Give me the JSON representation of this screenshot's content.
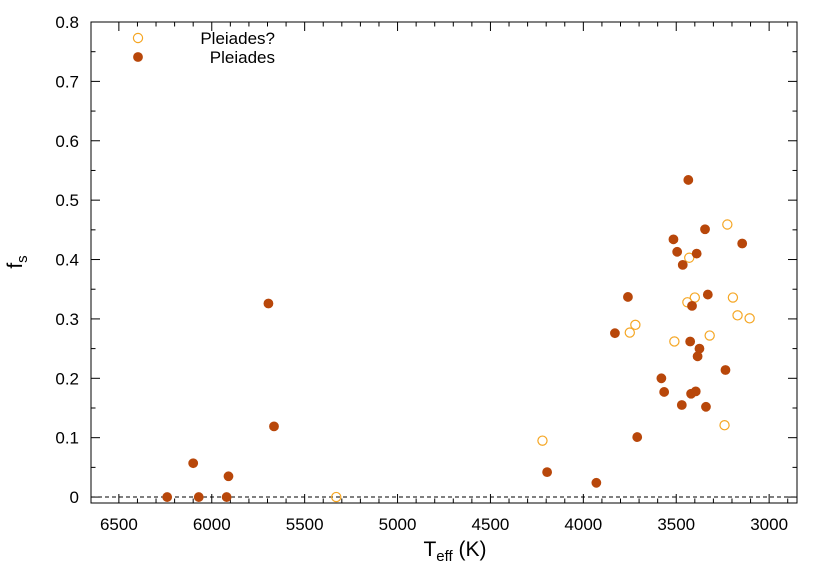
{
  "chart_data": {
    "type": "scatter",
    "xlabel": {
      "main": "T",
      "sub": "eff",
      "suffix": " (K)"
    },
    "ylabel": {
      "main": "f",
      "sub": "s"
    },
    "xlim": [
      6650,
      2850
    ],
    "ylim": [
      -0.01,
      0.8
    ],
    "x_reversed": true,
    "x_ticks": [
      6500,
      6000,
      5500,
      5000,
      4500,
      4000,
      3500,
      3000
    ],
    "y_ticks": [
      "0",
      "0.1",
      "0.2",
      "0.3",
      "0.4",
      "0.5",
      "0.6",
      "0.7",
      "0.8"
    ],
    "reference_line": {
      "y": 0,
      "style": "dashed"
    },
    "legend_position": "top-left",
    "series": [
      {
        "name": "Pleiades?",
        "marker": "open-circle",
        "color": "#f5a623",
        "points": [
          [
            5330,
            0.0
          ],
          [
            4220,
            0.095
          ],
          [
            3750,
            0.277
          ],
          [
            3720,
            0.29
          ],
          [
            3510,
            0.262
          ],
          [
            3440,
            0.328
          ],
          [
            3430,
            0.403
          ],
          [
            3400,
            0.336
          ],
          [
            3320,
            0.272
          ],
          [
            3240,
            0.121
          ],
          [
            3225,
            0.459
          ],
          [
            3195,
            0.336
          ],
          [
            3170,
            0.306
          ],
          [
            3105,
            0.301
          ]
        ]
      },
      {
        "name": "Pleiades",
        "marker": "filled-circle",
        "color": "#b8470a",
        "points": [
          [
            6240,
            0.0
          ],
          [
            6100,
            0.057
          ],
          [
            6070,
            0.0
          ],
          [
            5920,
            0.0
          ],
          [
            5910,
            0.035
          ],
          [
            5695,
            0.326
          ],
          [
            5665,
            0.119
          ],
          [
            4195,
            0.042
          ],
          [
            3930,
            0.024
          ],
          [
            3830,
            0.276
          ],
          [
            3760,
            0.337
          ],
          [
            3710,
            0.101
          ],
          [
            3580,
            0.2
          ],
          [
            3565,
            0.177
          ],
          [
            3515,
            0.434
          ],
          [
            3495,
            0.413
          ],
          [
            3470,
            0.155
          ],
          [
            3465,
            0.391
          ],
          [
            3435,
            0.534
          ],
          [
            3425,
            0.262
          ],
          [
            3420,
            0.174
          ],
          [
            3415,
            0.322
          ],
          [
            3395,
            0.178
          ],
          [
            3390,
            0.41
          ],
          [
            3385,
            0.237
          ],
          [
            3375,
            0.25
          ],
          [
            3345,
            0.451
          ],
          [
            3340,
            0.152
          ],
          [
            3330,
            0.341
          ],
          [
            3235,
            0.214
          ],
          [
            3145,
            0.427
          ]
        ]
      }
    ]
  }
}
